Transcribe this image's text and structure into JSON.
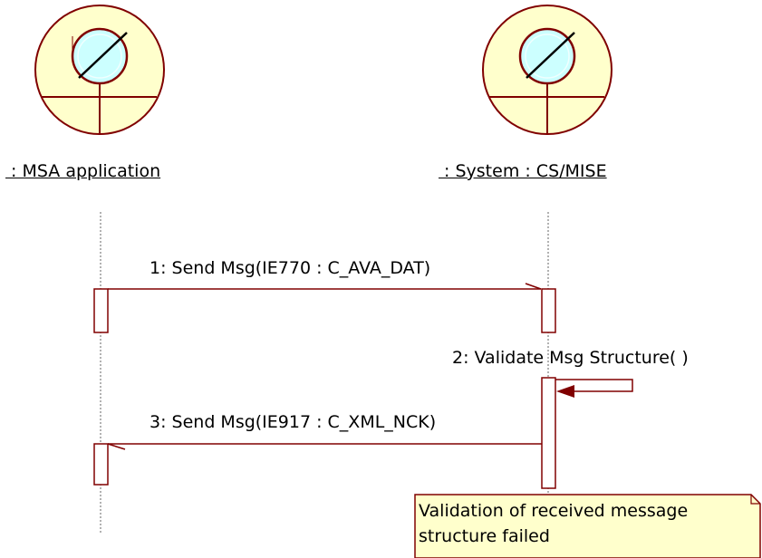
{
  "lifelines": [
    {
      "id": "msa",
      "label": " : MSA application"
    },
    {
      "id": "system",
      "label": " : System : CS/MISE"
    }
  ],
  "messages": [
    {
      "seq": 1,
      "label": "1: Send Msg(IE770 : C_AVA_DAT)",
      "from": "msa",
      "to": "system"
    },
    {
      "seq": 2,
      "label": "2: Validate Msg Structure( )",
      "from": "system",
      "to": "system"
    },
    {
      "seq": 3,
      "label": "3: Send Msg(IE917 : C_XML_NCK)",
      "from": "system",
      "to": "msa"
    }
  ],
  "note": {
    "lines": [
      "Validation of received message",
      "structure failed"
    ]
  },
  "colors": {
    "boundary_fill": "#ffffcc",
    "boundary_stroke": "#800000",
    "lens_fill": "#ccffff",
    "line": "#800000",
    "activation_fill": "#ffffff",
    "self_arrowhead": "#800000",
    "note_fill": "#ffffcc",
    "note_border": "#800000"
  }
}
